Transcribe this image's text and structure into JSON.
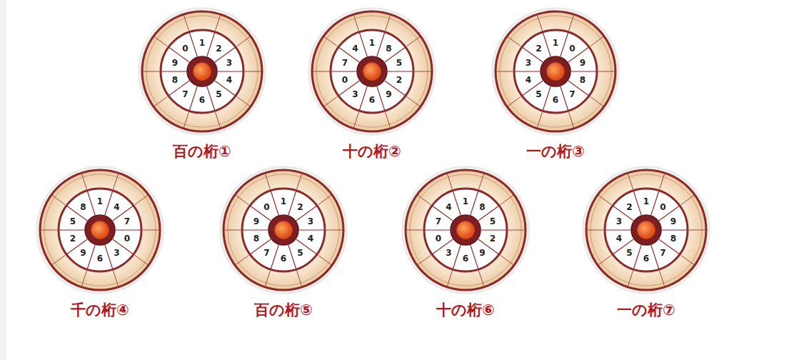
{
  "diagram": {
    "nodes": [
      {
        "text": [
          "百の桁①",
          "1",
          "2",
          "3",
          "4",
          "5",
          "6",
          "7",
          "8",
          "9",
          "0"
        ]
      },
      {
        "text": [
          "十の桁②",
          "1",
          "8",
          "5",
          "2",
          "9",
          "6",
          "3",
          "0",
          "7",
          "4"
        ]
      },
      {
        "text": [
          "一の桁③",
          "1",
          "0",
          "9",
          "8",
          "7",
          "6",
          "5",
          "4",
          "3",
          "2"
        ]
      },
      {
        "text": [
          "千の桁④",
          "1",
          "4",
          "7",
          "0",
          "3",
          "6",
          "9",
          "2",
          "5",
          "8"
        ]
      },
      {
        "text": [
          "百の桁⑤",
          "1",
          "2",
          "3",
          "4",
          "5",
          "6",
          "7",
          "8",
          "9",
          "0"
        ]
      },
      {
        "text": [
          "十の桁⑥",
          "1",
          "8",
          "5",
          "2",
          "9",
          "6",
          "3",
          "0",
          "7",
          "4"
        ]
      },
      {
        "text": [
          "一の桁⑦",
          "1",
          "0",
          "9",
          "8",
          "7",
          "6",
          "5",
          "4",
          "3",
          "2"
        ]
      }
    ]
  }
}
